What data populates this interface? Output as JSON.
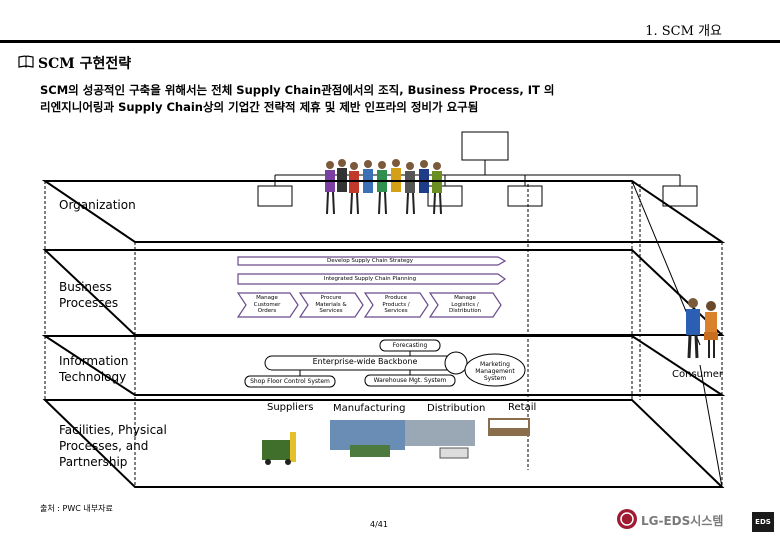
{
  "header": {
    "chapter_title": "1. SCM 개요"
  },
  "section": {
    "title": "SCM 구현전략"
  },
  "intro": {
    "line1": "SCM의 성공적인 구축을 위해서는 전체 Supply Chain관점에서의 조직, Business Process, IT 의",
    "line2": "리엔지니어링과 Supply Chain상의 기업간 전략적 제휴 및 제반 인프라의 정비가 요구됨"
  },
  "layers": {
    "organization": "Organization",
    "business_processes_1": "Business",
    "business_processes_2": "Processes",
    "information_technology_1": "Information",
    "information_technology_2": "Technology",
    "facilities_1": "Facilities, Physical",
    "facilities_2": "Processes, and",
    "facilities_3": "Partnership"
  },
  "processes": {
    "develop_strategy": "Develop Supply Chain Strategy",
    "integrated_planning": "Integrated Supply Chain Planning",
    "manage_orders_1": "Manage",
    "manage_orders_2": "Customer",
    "manage_orders_3": "Orders",
    "procure_1": "Procure",
    "procure_2": "Materials &",
    "procure_3": "Services",
    "produce_1": "Produce",
    "produce_2": "Products /",
    "produce_3": "Services",
    "logistics_1": "Manage",
    "logistics_2": "Logistics /",
    "logistics_3": "Distribution"
  },
  "it": {
    "forecasting": "Forecasting",
    "backbone": "Enterprise-wide Backbone",
    "marketing_1": "Marketing",
    "marketing_2": "Management",
    "marketing_3": "System",
    "shop_floor": "Shop Floor Control System",
    "warehouse": "Warehouse Mgt. System"
  },
  "chain": {
    "suppliers": "Suppliers",
    "manufacturing": "Manufacturing",
    "distribution": "Distribution",
    "retail": "Retail"
  },
  "consumer": "Consumer",
  "footer": {
    "source": "출처 : PWC 내부자료",
    "page": "4/41",
    "logo_text": "LG-EDS시스템",
    "logo_badge": "EDS"
  },
  "colors": {
    "arrow_purple": "#6b4a8c",
    "logo_red": "#9e1b32"
  }
}
